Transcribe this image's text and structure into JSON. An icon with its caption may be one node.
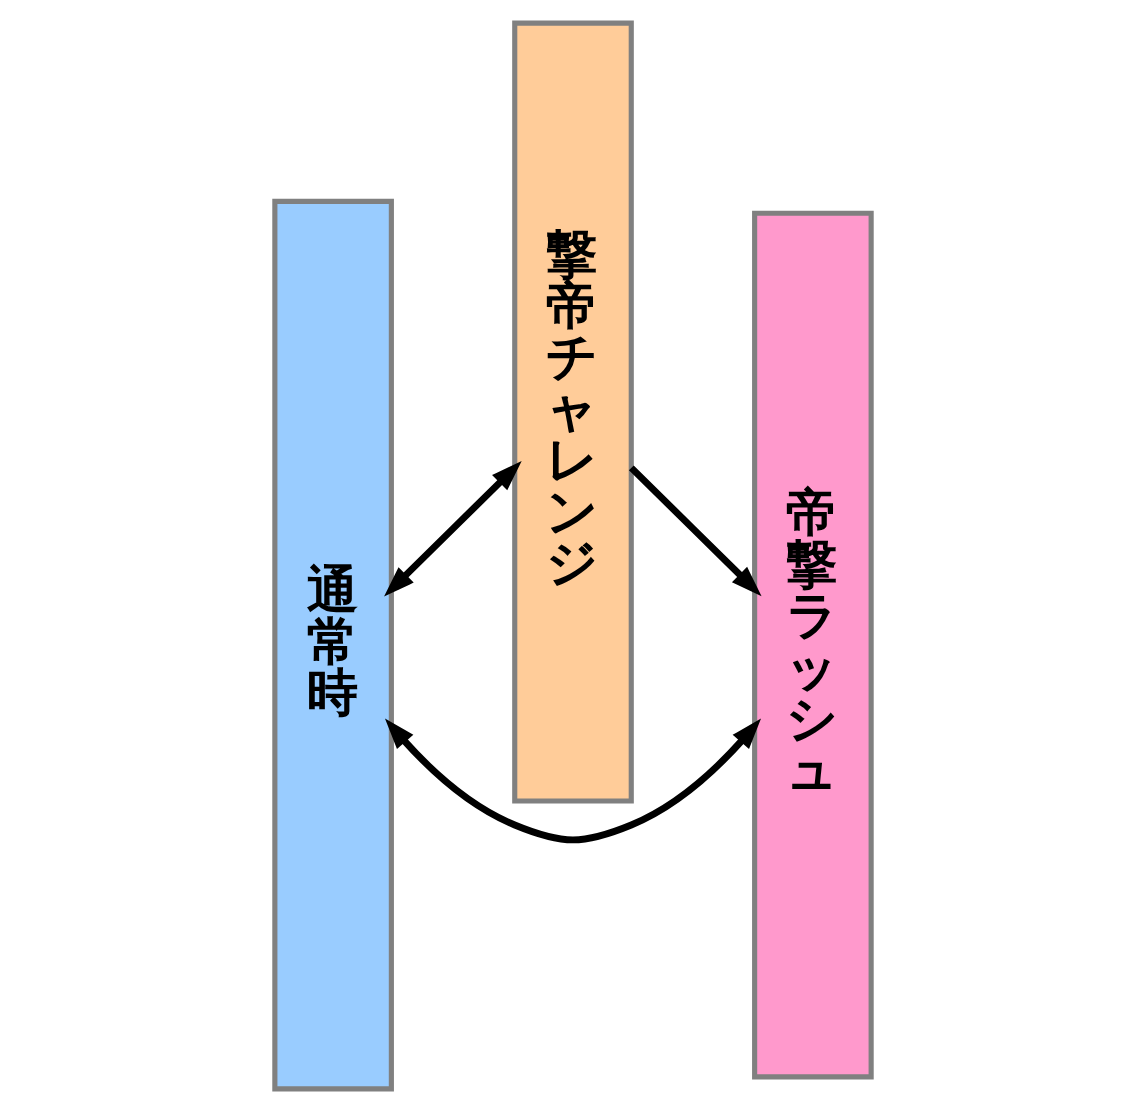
{
  "diagram": {
    "nodes": [
      {
        "text": [
          "通常時"
        ]
      },
      {
        "text": [
          "撃帝チャレンジ"
        ]
      },
      {
        "text": [
          "帝撃ラッシュ"
        ]
      }
    ],
    "edges": [
      {
        "from": 0,
        "to": 1,
        "arrow": "both"
      },
      {
        "from": 1,
        "to": 2,
        "arrow": "to"
      },
      {
        "from": 0,
        "to": 2,
        "arrow": "both"
      }
    ]
  }
}
